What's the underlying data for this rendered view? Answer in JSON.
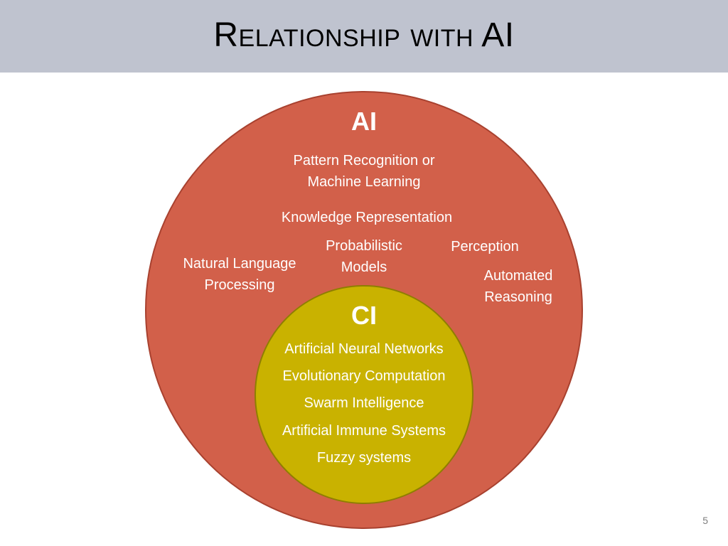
{
  "slide": {
    "title": "Relationship with AI",
    "page_number": "5"
  },
  "diagram": {
    "outer": {
      "label": "AI",
      "topics": {
        "pattern_recognition": "Pattern Recognition or\nMachine Learning",
        "knowledge_representation": "Knowledge Representation",
        "probabilistic_models": "Probabilistic\nModels",
        "perception": "Perception",
        "natural_language": "Natural Language\nProcessing",
        "automated_reasoning": "Automated\nReasoning"
      }
    },
    "inner": {
      "label": "CI",
      "topics": [
        "Artificial Neural Networks",
        "Evolutionary Computation",
        "Swarm Intelligence",
        "Artificial Immune Systems",
        "Fuzzy systems"
      ]
    },
    "colors": {
      "ai_fill": "#d2604a",
      "ci_fill": "#c9b200",
      "title_bar": "#bfc3cf"
    }
  }
}
